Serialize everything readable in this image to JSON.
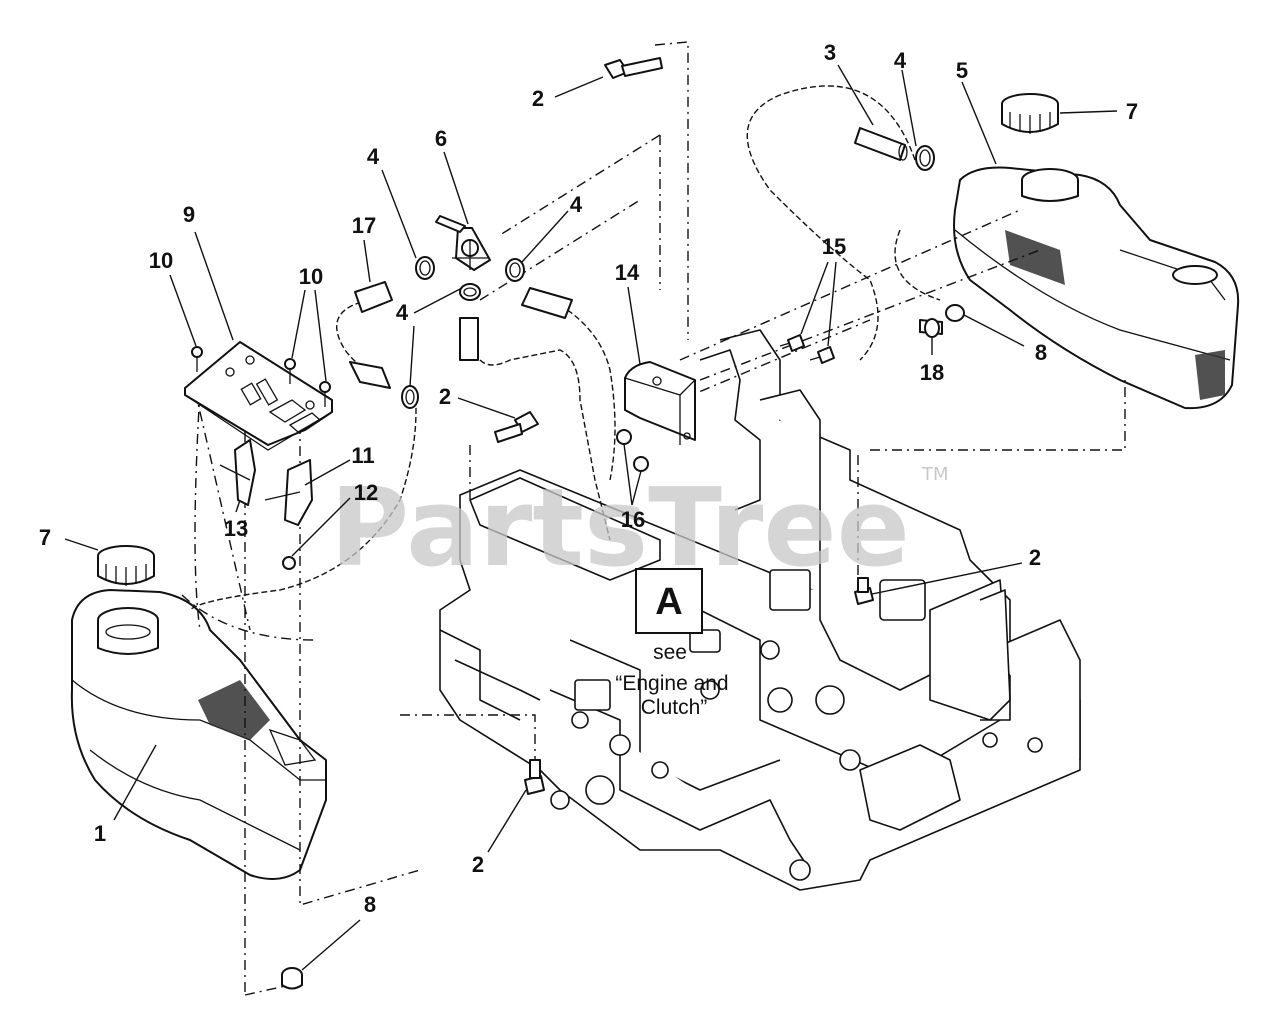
{
  "watermark": {
    "text": "PartsTree",
    "trademark": "TM"
  },
  "callouts": [
    {
      "id": "c2-top",
      "text": "2"
    },
    {
      "id": "c3",
      "text": "3"
    },
    {
      "id": "c4-right",
      "text": "4"
    },
    {
      "id": "c5",
      "text": "5"
    },
    {
      "id": "c7-right",
      "text": "7"
    },
    {
      "id": "c4-upper",
      "text": "4"
    },
    {
      "id": "c6",
      "text": "6"
    },
    {
      "id": "c4-mid",
      "text": "4"
    },
    {
      "id": "c17",
      "text": "17"
    },
    {
      "id": "c4-lower",
      "text": "4"
    },
    {
      "id": "c9",
      "text": "9"
    },
    {
      "id": "c10-left",
      "text": "10"
    },
    {
      "id": "c10-right",
      "text": "10"
    },
    {
      "id": "c14",
      "text": "14"
    },
    {
      "id": "c15",
      "text": "15"
    },
    {
      "id": "c8-right",
      "text": "8"
    },
    {
      "id": "c18",
      "text": "18"
    },
    {
      "id": "c2-mid",
      "text": "2"
    },
    {
      "id": "c11",
      "text": "11"
    },
    {
      "id": "c12",
      "text": "12"
    },
    {
      "id": "c13",
      "text": "13"
    },
    {
      "id": "c16",
      "text": "16"
    },
    {
      "id": "c7-left",
      "text": "7"
    },
    {
      "id": "c2-right",
      "text": "2"
    },
    {
      "id": "c1",
      "text": "1"
    },
    {
      "id": "c2-bottom",
      "text": "2"
    },
    {
      "id": "c8-bottom",
      "text": "8"
    }
  ],
  "reference": {
    "box_label": "A",
    "note_line1": "see",
    "note_line2": "“Engine and",
    "note_line3": "Clutch”"
  }
}
